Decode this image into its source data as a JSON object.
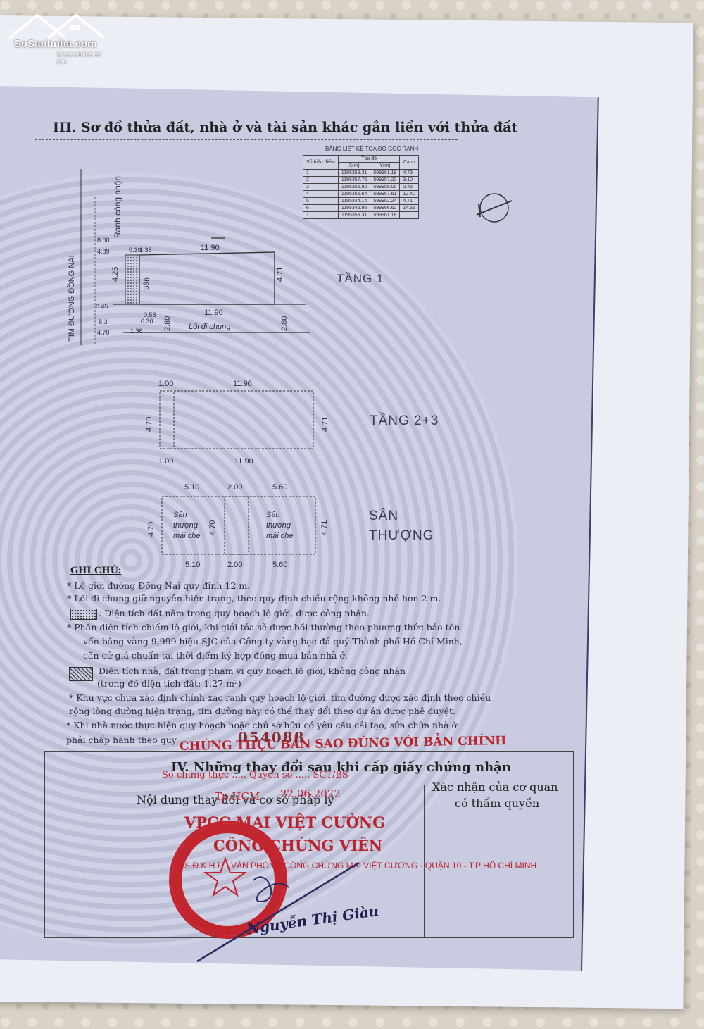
{
  "watermark": {
    "brand": "SoSanhnha.com",
    "tagline": "Great choice for you"
  },
  "section3": {
    "title": "III. Sơ đồ thửa đất, nhà ở và tài sản khác gắn liền với thửa đất"
  },
  "coord_table": {
    "caption": "BẢNG LIỆT KÊ TỌA ĐỘ GÓC RANH",
    "col_point": "Số hiệu điểm",
    "col_coords": "Tọa độ",
    "col_x": "X(m)",
    "col_y": "Y(m)",
    "col_edge": "Cạnh",
    "rows": [
      {
        "pt": "1",
        "x": "1195359.31",
        "y": "599961.18",
        "edge": "4.73"
      },
      {
        "pt": "2",
        "x": "1195357.76",
        "y": "599957.22",
        "edge": "3.10"
      },
      {
        "pt": "3",
        "x": "1195355.82",
        "y": "599958.00",
        "edge": "0.45"
      },
      {
        "pt": "4",
        "x": "1195355.64",
        "y": "599957.61",
        "edge": "12.40"
      },
      {
        "pt": "5",
        "x": "1195344.14",
        "y": "599962.24",
        "edge": "4.71"
      },
      {
        "pt": "6",
        "x": "1195345.86",
        "y": "599966.62",
        "edge": "14.51"
      },
      {
        "pt": "1",
        "x": "1195359.31",
        "y": "599961.18",
        "edge": ""
      }
    ]
  },
  "plan": {
    "street": "TIM ĐƯỜNG ĐỒNG NAI",
    "boundary_note": "Ranh công nhận",
    "yard_label": "Sân",
    "common_path": "Lối đi chung",
    "floor1": "TẦNG 1",
    "floor23": "TẦNG 2+3",
    "rooftop_line1": "SÂN",
    "rooftop_line2": "THƯỢNG",
    "dims_f1": {
      "top": "11.90",
      "bottom": "11.90",
      "left_top": "4.25",
      "right": "4.71",
      "path_left": "2.80",
      "path_right": "2.80",
      "a": "8.00",
      "b": "4.89",
      "c": "0.45",
      "d": "8.3",
      "e": "4.70",
      "f": "0.30",
      "g": "1.36",
      "h": "0.30",
      "i": "0.58",
      "j": "1.38"
    },
    "dims_f23": {
      "top_left": "1.00",
      "top": "11.90",
      "bottom_left": "1.00",
      "bottom": "11.90",
      "left": "4.70",
      "right": "4.71"
    },
    "dims_roof": {
      "t1": "5.10",
      "t2": "2.00",
      "t3": "5.60",
      "b1": "5.10",
      "b2": "2.00",
      "b3": "5.60",
      "left": "4.70",
      "mid": "4.70",
      "right": "4.71",
      "cell_line1": "Sân",
      "cell_line2": "thượng",
      "cell_line3": "mái che"
    }
  },
  "notes": {
    "heading": "GHI CHÚ:",
    "items": [
      "* Lộ giới đường Đồng Nai quy định 12 m.",
      "* Lối đi chung giữ nguyên hiện trạng, theo quy định chiều rộng không nhỏ hơn 2 m.",
      ": Diện tích đất nằm trong quy hoạch lộ giới, được công nhận.",
      "* Phần diện tích chiếm lộ giới, khi giải tỏa sẽ được bồi thường theo phương thức bảo tồn",
      "vốn bằng vàng 9,999 hiệu SJC của Công ty vàng bạc đá quý Thành phố Hồ Chí Minh,",
      "căn cứ giá chuẩn tại thời điểm ký hợp đồng mua bán nhà ở.",
      "Diện tích nhà, đất trong phạm vi quy hoạch lộ giới, không công nhận",
      "(trong đó diện tích đất: 1,27 m²)",
      "* Khu vực chưa xác định chính xác ranh quy hoạch lộ giới, tim đường được xác định theo chiều",
      "rộng lòng đường hiện trạng, tim đường này có thể thay đổi theo dự án được phê duyệt.",
      "* Khi nhà nước thực hiện quy hoạch hoặc chủ sở hữu có yêu cầu cải tạo, sửa chữa nhà ở",
      "phải chấp hành theo quy"
    ]
  },
  "section4": {
    "title": "IV. Những thay đổi sau khi cấp giấy chứng nhận",
    "col_left": "Nội dung thay đổi và cơ sở pháp lý",
    "col_right_line1": "Xác nhận của cơ quan",
    "col_right_line2": "có thẩm quyền"
  },
  "certification": {
    "line1": "CHỨNG THỰC BẢN SAO ĐÚNG VỚI BẢN CHÍNH",
    "serial": "054088",
    "line2": "Số chứng thực ..... Quyển số ..... SCT/BS",
    "place": "Tp.HCM",
    "date": "22.06.2022",
    "office": "VPCC MAI VIỆT CƯỜNG",
    "role": "CÔNG CHỨNG VIÊN",
    "signer": "Nguyễn Thị Giàu",
    "stamp_text": "S.Đ.K.H.Đ · VĂN PHÒNG CÔNG CHỨNG MAI VIỆT CƯỜNG · QUẬN 10 - T.P HỒ CHÍ MINH"
  }
}
